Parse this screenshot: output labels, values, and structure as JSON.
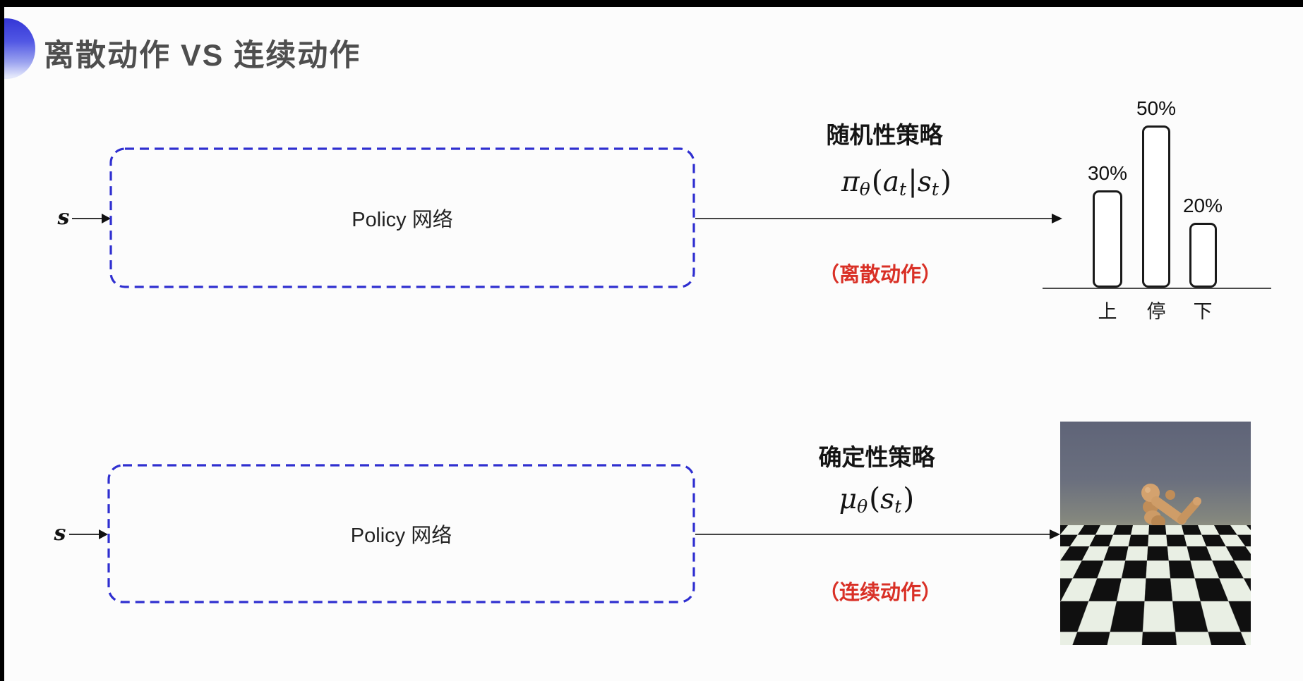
{
  "title": {
    "text": "离散动作 VS 连续动作",
    "accent_color": "#4146dd"
  },
  "rows": [
    {
      "input_label": "s",
      "box_label": "Policy 网络",
      "policy_name": "随机性策略",
      "formula": {
        "head": "π",
        "head_sub": "θ",
        "open": "(",
        "arg1": "a",
        "arg1_sub": "t",
        "sep": "|",
        "arg2": "s",
        "arg2_sub": "t",
        "close": ")"
      },
      "action_type": "（离散动作）",
      "action_color": "#d93026",
      "box_border_color": "#2f2fd0"
    },
    {
      "input_label": "s",
      "box_label": "Policy 网络",
      "policy_name": "确定性策略",
      "formula": {
        "head": "μ",
        "head_sub": "θ",
        "open": "(",
        "arg2": "s",
        "arg2_sub": "t",
        "close": ")"
      },
      "action_type": "（连续动作）",
      "action_color": "#d93026",
      "box_border_color": "#2f2fd0"
    }
  ],
  "chart_data": {
    "type": "bar",
    "title": "",
    "xlabel": "",
    "ylabel": "",
    "categories": [
      "上",
      "停",
      "下"
    ],
    "values": [
      30,
      50,
      20
    ],
    "labels": [
      "30%",
      "50%",
      "20%"
    ],
    "ylim": [
      0,
      55
    ],
    "grid": false,
    "legend": false,
    "bar_fill": "#ffffff",
    "bar_border": "#1a1a1a"
  }
}
